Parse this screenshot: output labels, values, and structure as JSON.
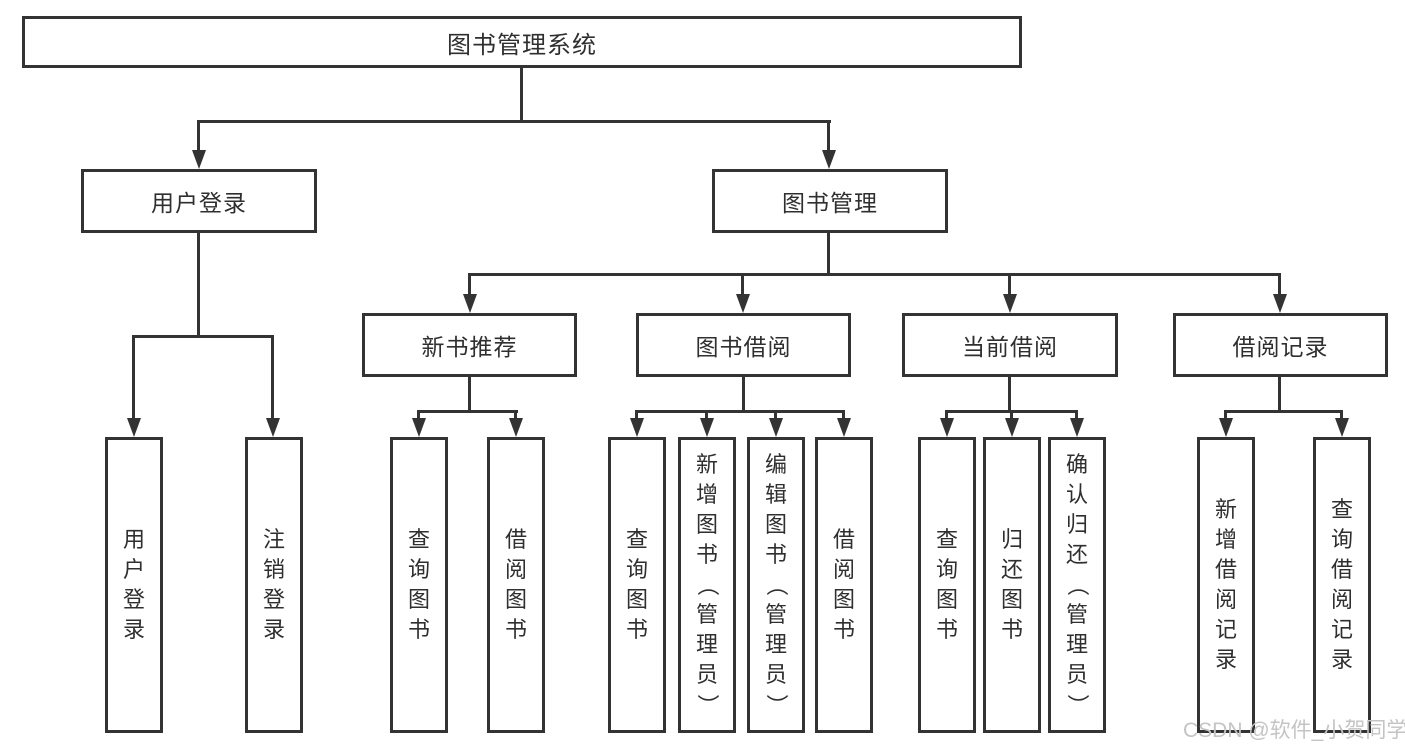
{
  "diagram": {
    "title": "图书管理系统",
    "level2": {
      "user_login": "用户登录",
      "book_management": "图书管理"
    },
    "level3": {
      "new_book_recommend": "新书推荐",
      "book_borrow": "图书借阅",
      "current_borrow": "当前借阅",
      "borrow_records": "借阅记录"
    },
    "leaves": {
      "user_login_leaf": "用户登录",
      "logout": "注销登录",
      "nb_query_books": "查询图书",
      "nb_borrow_books": "借阅图书",
      "bb_query_books": "查询图书",
      "bb_add_books": "新增图书（管理员）",
      "bb_edit_books": "编辑图书（管理员）",
      "bb_borrow_books": "借阅图书",
      "cb_query_books": "查询图书",
      "cb_return_books": "归还图书",
      "cb_confirm_return": "确认归还（管理员）",
      "br_add_record": "新增借阅记录",
      "br_query_record": "查询借阅记录"
    }
  },
  "watermark": {
    "text": "CSDN @软件_小贺同学"
  },
  "colors": {
    "line": "#333333",
    "border": "#333333",
    "text": "#2f2f2f",
    "watermark": "#c4c4c4",
    "background": "#ffffff"
  }
}
